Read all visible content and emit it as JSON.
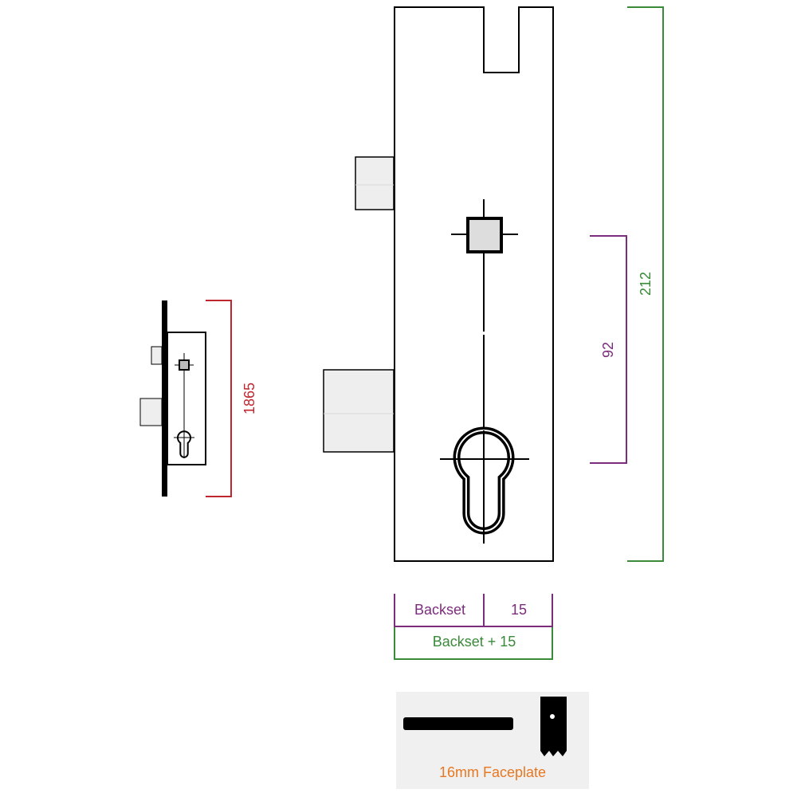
{
  "colors": {
    "red": "#c0262d",
    "purple": "#7b2d7c",
    "green": "#3a8a3a",
    "orange": "#e87722",
    "outline": "#000000",
    "fill_gray": "#eeeeee",
    "panel_bg": "#f0f0f0"
  },
  "small_lock": {
    "height_label": "1865"
  },
  "large_lock": {
    "total_height_label": "212",
    "centres_label": "92"
  },
  "backset": {
    "backset_label": "Backset",
    "offset_label": "15",
    "total_label": "Backset + 15"
  },
  "faceplate": {
    "caption": "16mm Faceplate"
  }
}
